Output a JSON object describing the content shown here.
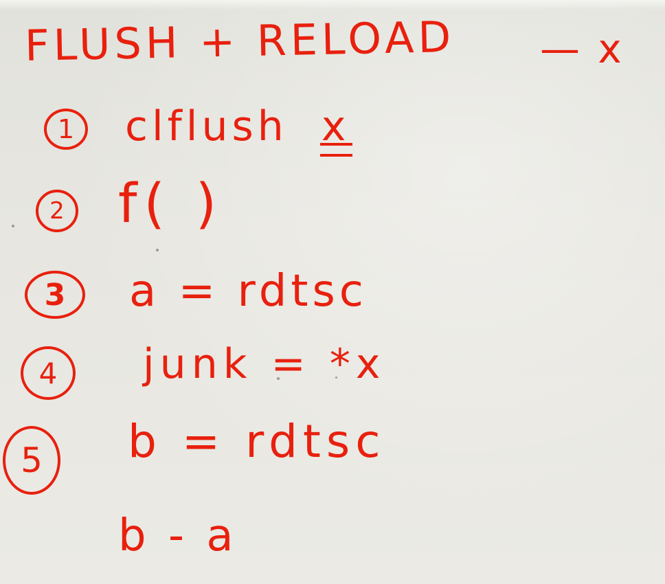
{
  "colors": {
    "ink": "#e8200e",
    "board": "#e6e5df"
  },
  "title": "FLUSH + RELOAD",
  "title_suffix": "— x",
  "steps": [
    {
      "number": "1",
      "text": "clflush",
      "underlined": "x"
    },
    {
      "number": "2",
      "text": "f( )"
    },
    {
      "number": "3",
      "text": "a = rdtsc"
    },
    {
      "number": "4",
      "text": "junk = *x"
    },
    {
      "number": "5",
      "text": "b = rdtsc"
    }
  ],
  "final_expression": "b - a"
}
